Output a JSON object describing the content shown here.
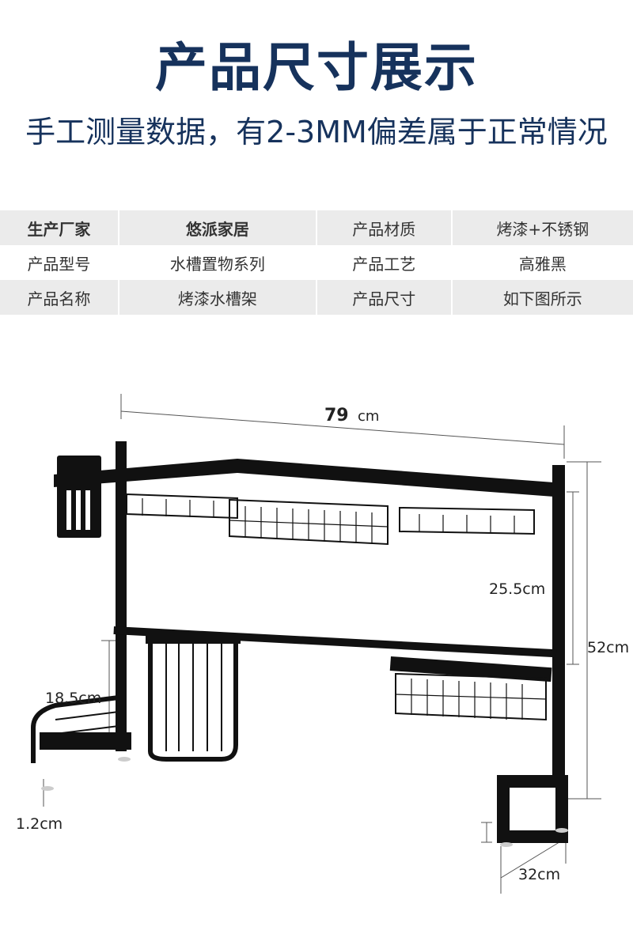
{
  "header": {
    "title": "产品尺寸展示",
    "subtitle": "手工测量数据，有2-3MM偏差属于正常情况"
  },
  "specs": [
    [
      "生产厂家",
      "悠派家居",
      "产品材质",
      "烤漆+不锈钢"
    ],
    [
      "产品型号",
      "水槽置物系列",
      "产品工艺",
      "高雅黑"
    ],
    [
      "产品名称",
      "烤漆水槽架",
      "产品尺寸",
      "如下图所示"
    ]
  ],
  "dimensions": {
    "width_value": "79",
    "width_unit": "cm",
    "mid_height": "25.5cm",
    "total_height": "52cm",
    "left_height": "18.5cm",
    "foot_height": "1.2cm",
    "depth": "32cm"
  },
  "colors": {
    "title": "#16325c",
    "table_gray": "#ebebeb",
    "rack": "#111111"
  }
}
